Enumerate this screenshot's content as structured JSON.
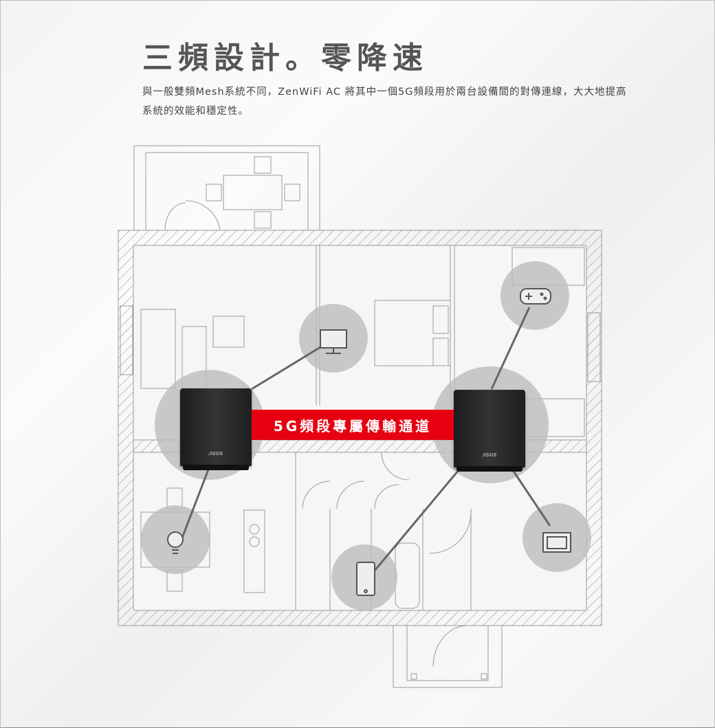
{
  "heading": "三頻設計。零降速",
  "description": "與一般雙頻Mesh系統不同，ZenWiFi AC 將其中一個5G頻段用於兩台設備間的對傳連線，大大地提高系統的效能和穩定性。",
  "banner": "5G頻段專屬傳輸通道",
  "routers": [
    {
      "logo": "/ISUS"
    },
    {
      "logo": "/ISUS"
    }
  ],
  "colors": {
    "accent": "#e60012",
    "router": "#2a2a2a",
    "circle": "#bdbdbd"
  }
}
